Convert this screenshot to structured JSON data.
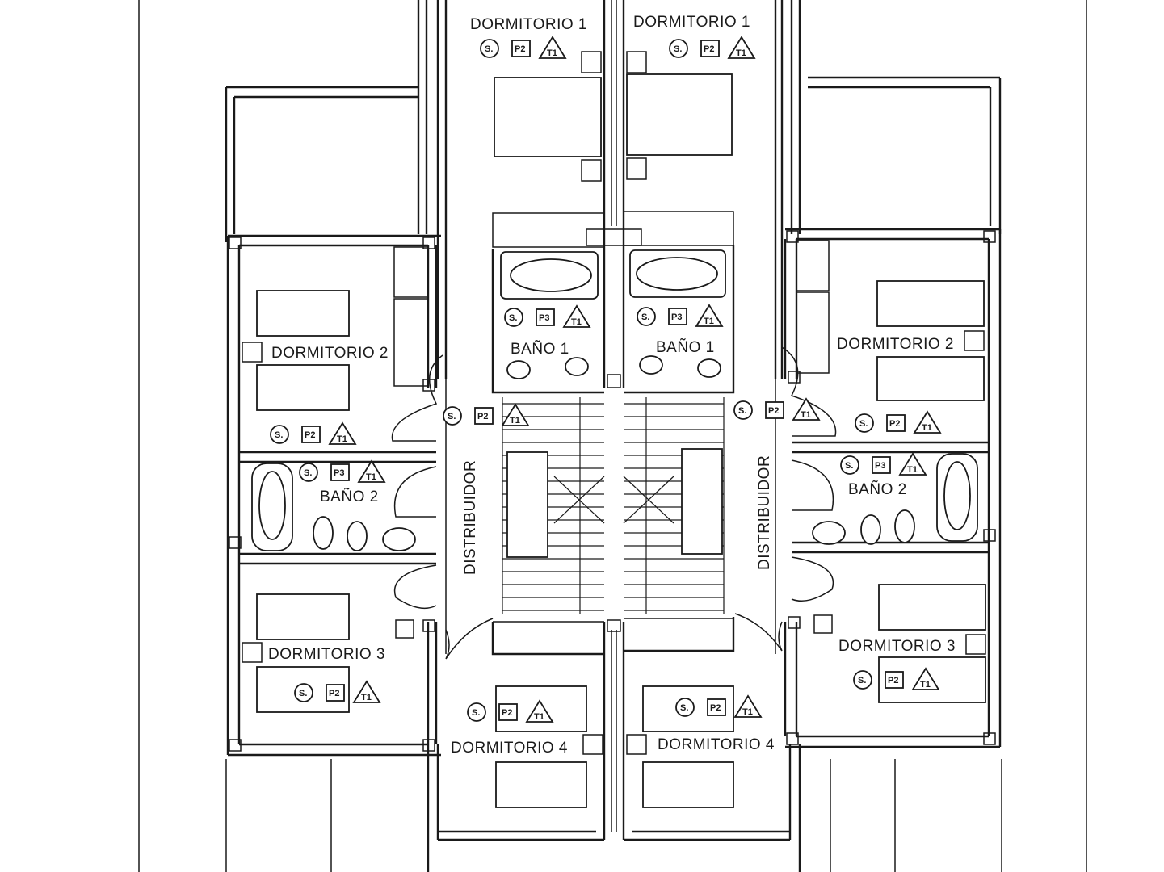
{
  "rooms": {
    "dormitorio_1": "DORMITORIO 1",
    "dormitorio_2": "DORMITORIO 2",
    "dormitorio_3": "DORMITORIO 3",
    "dormitorio_4": "DORMITORIO 4",
    "bano_1": "BAÑO 1",
    "bano_2": "BAÑO 2",
    "distribuidor": "DISTRIBUIDOR"
  },
  "symbols": {
    "s": "S.",
    "p2": "P2",
    "p3": "P3",
    "t": "T1"
  }
}
